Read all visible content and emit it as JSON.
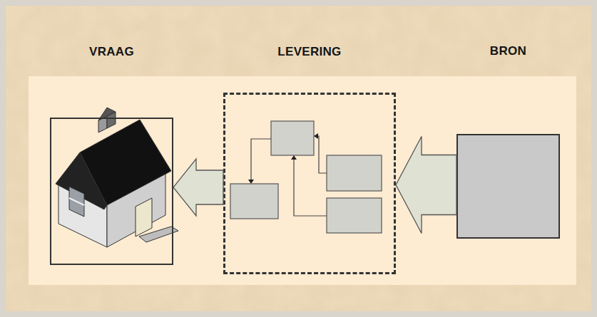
{
  "diagram": {
    "nodes": [
      {
        "text": [
          "VRAAG"
        ]
      },
      {
        "text": [
          "LEVERING"
        ]
      },
      {
        "text": [
          "BRON"
        ]
      }
    ],
    "edges": [
      {
        "from": 2,
        "to": 1,
        "arrow": "to"
      },
      {
        "from": 1,
        "to": 0,
        "arrow": "to"
      }
    ]
  }
}
